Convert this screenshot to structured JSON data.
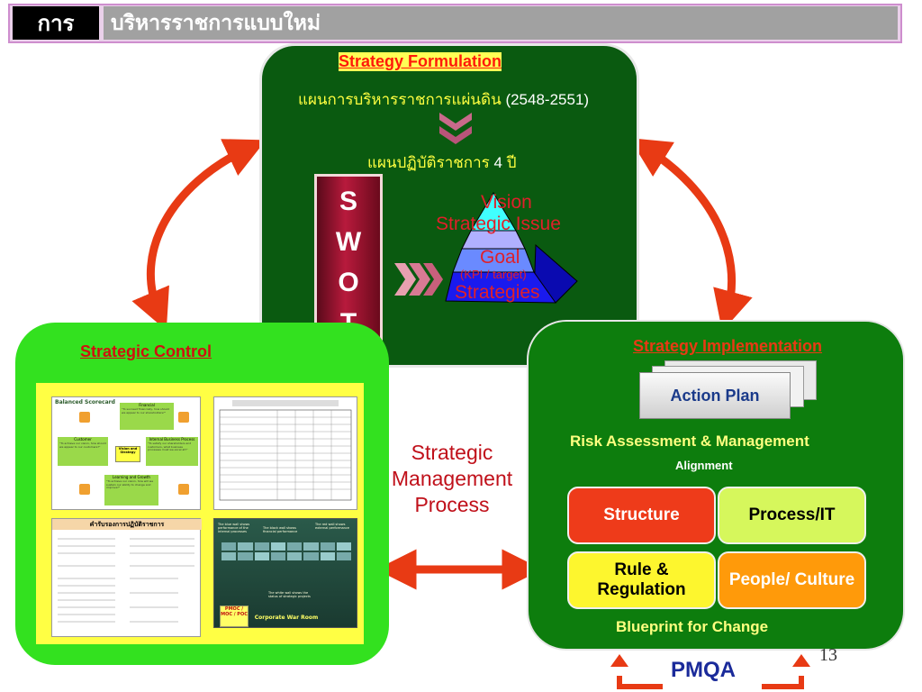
{
  "header": {
    "tag": "การ",
    "title": "บริหารราชการแบบใหม่"
  },
  "top_panel": {
    "heading": "Strategy Formulation",
    "plan_line_thai": "แผนการบริหารราชการแผ่นดิน",
    "plan_line_years": "(2548-2551)",
    "plan4_thai": "แผนปฏิบัติราชการ",
    "plan4_num": "4",
    "plan4_suffix": "ปี",
    "swot": [
      "S",
      "W",
      "O",
      "T"
    ],
    "pyramid": {
      "vision": "Vision",
      "strategic_issue": "Strategic Issue",
      "goal": "Goal",
      "kpi": "(KPI / target)",
      "strategies": "Strategies"
    }
  },
  "left_panel": {
    "heading": "Strategic Control",
    "thumb_bsc": {
      "title": "Balanced Scorecard",
      "financial": "Financial",
      "customer": "Customer",
      "internal": "Internal Business Process",
      "learning": "Learning and Growth",
      "center": "Vision and Strategy",
      "q1": "\"To succeed financially, how should we appear to our shareholders?\"",
      "q2": "\"To achieve our vision, how should we appear to our customers?\"",
      "q3": "\"To satisfy our shareholders and customers, what business processes must we excel at?\"",
      "q4": "\"To achieve our vision, how will we sustain our ability to change and improve?\""
    },
    "thumb_form": {
      "title": "คำรับรองการปฏิบัติราชการ"
    },
    "thumb_room": {
      "badge": "PMOC / MOC / POC",
      "caption": "Corporate War Room",
      "note1": "The blue wall shows performance of the internal processes",
      "note2": "The black wall shows financial performance",
      "note3": "The red wall shows external performance",
      "note4": "The white wall shows the status of strategic projects"
    }
  },
  "center_label": [
    "Strategic",
    "Management",
    "Process"
  ],
  "right_panel": {
    "heading": "Strategy Implementation",
    "action_plan": "Action Plan",
    "risk": "Risk Assessment & Management",
    "alignment": "Alignment",
    "boxes": [
      {
        "label": "Structure",
        "color": "#ee3b1a",
        "text_color": "#ffffff"
      },
      {
        "label": "Process/IT",
        "color": "#d6f75c",
        "text_color": "#000000"
      },
      {
        "label": "Rule & Regulation",
        "color": "#fdf62e",
        "text_color": "#000000"
      },
      {
        "label": "People/ Culture",
        "color": "#ff9a0a",
        "text_color": "#ffffff"
      }
    ],
    "blueprint": "Blueprint for Change"
  },
  "footer": {
    "pmqa": "PMQA",
    "page_number": "13"
  },
  "colors": {
    "arrow": "#e83a14",
    "dark_green": "#0a5a10",
    "bright_green": "#33e11f",
    "right_green": "#0d7d0d",
    "pmqa_blue": "#1a2a9a"
  }
}
